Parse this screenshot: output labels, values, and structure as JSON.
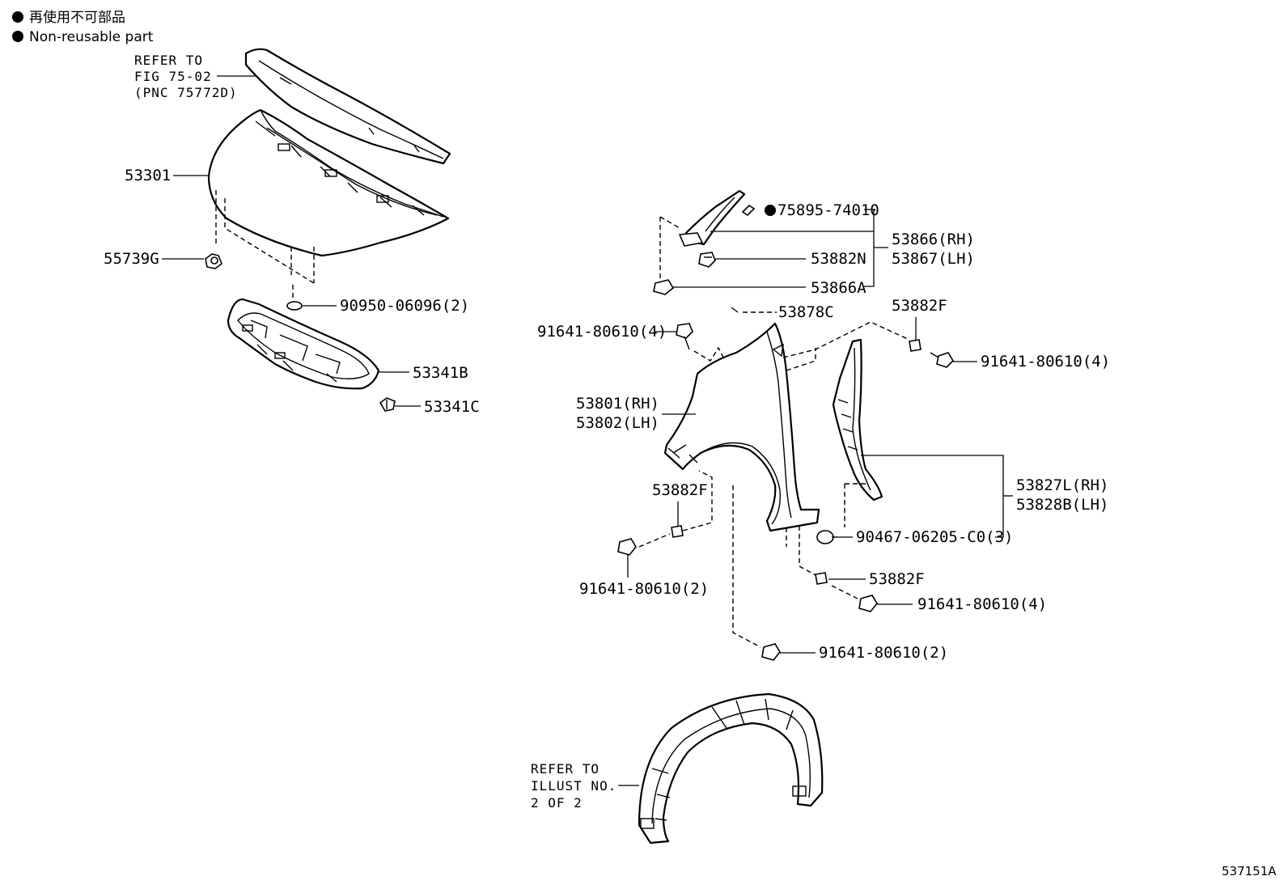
{
  "legend": {
    "line1": "再使用不可部品",
    "line2": "Non-reusable part"
  },
  "refs": {
    "hood_ref": [
      "REFER TO",
      "FIG 75-02",
      "(PNC 75772D)"
    ],
    "liner_ref": [
      "REFER TO",
      "ILLUST NO.",
      "2 OF 2"
    ]
  },
  "labels": {
    "p53301": "53301",
    "p55739g": "55739G",
    "p90950": "90950-06096(2)",
    "p53341b": "53341B",
    "p53341c": "53341C",
    "p75895": "75895-74010",
    "p53866rh": "53866(RH)",
    "p53867lh": "53867(LH)",
    "p53882n": "53882N",
    "p53866a": "53866A",
    "p53878c": "53878C",
    "p53882f_top": "53882F",
    "p91641_a": "91641-80610(4)",
    "p91641_b": "91641-80610(4)",
    "p53801rh": "53801(RH)",
    "p53802lh": "53802(LH)",
    "p53827l": "53827L(RH)",
    "p53828b": "53828B(LH)",
    "p53882f_mid": "53882F",
    "p90467": "90467-06205-C0(3)",
    "p91641_c": "91641-80610(2)",
    "p53882f_low": "53882F",
    "p91641_d": "91641-80610(4)",
    "p91641_e": "91641-80610(2)"
  },
  "figure_id": "537151A"
}
